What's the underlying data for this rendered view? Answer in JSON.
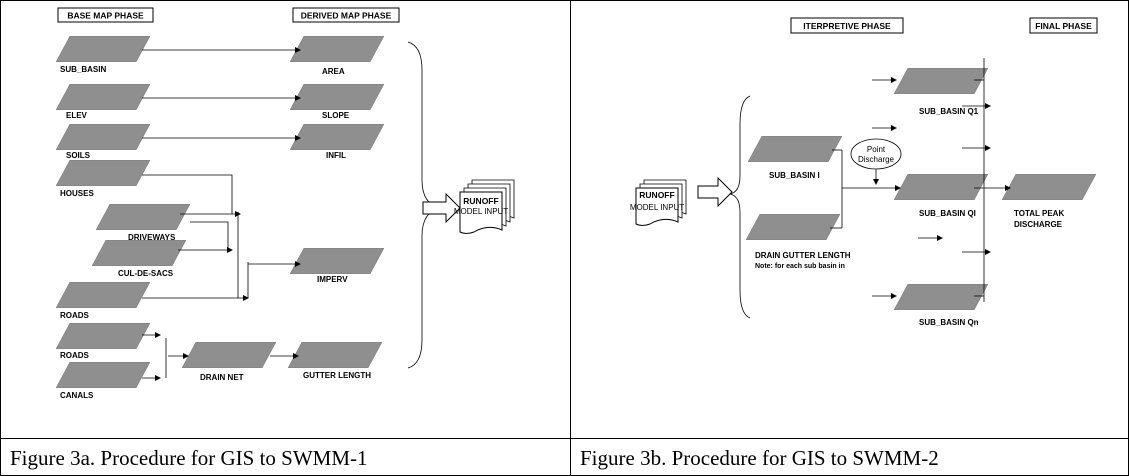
{
  "figure_a": {
    "headers": {
      "base": "BASE MAP PHASE",
      "derived": "DERIVED MAP PHASE"
    },
    "base_layers": {
      "sub_basin": "SUB_BASIN",
      "elev": "ELEV",
      "soils": "SOILS",
      "houses": "HOUSES",
      "driveways": "DRIVEWAYS",
      "cul_de_sacs": "CUL-DE-SACS",
      "roads1": "ROADS",
      "roads2": "ROADS",
      "canals": "CANALS"
    },
    "derived_layers": {
      "area": "AREA",
      "slope": "SLOPE",
      "infil": "INFIL",
      "imperv": "IMPERV",
      "drain_net": "DRAIN NET",
      "gutter_length": "GUTTER LENGTH"
    },
    "output": {
      "title": "RUNOFF",
      "subtitle": "MODEL INPUT"
    },
    "caption": "Figure 3a. Procedure for GIS to SWMM-1"
  },
  "figure_b": {
    "headers": {
      "interpretive": "ITERPRETIVE PHASE",
      "final": "FINAL PHASE"
    },
    "input": {
      "title": "RUNOFF",
      "subtitle": "MODEL INPUT"
    },
    "layers": {
      "sub_basin_i": "SUB_BASIN I",
      "drain_gutter": "DRAIN GUTTER LENGTH",
      "note": "Note: for each sub basin in",
      "q1": "SUB_BASIN Q1",
      "qi": "SUB_BASIN QI",
      "qn": "SUB_BASIN Qn",
      "total_1": "TOTAL PEAK",
      "total_2": "DISCHARGE"
    },
    "point_discharge": {
      "line1": "Point",
      "line2": "Discharge"
    },
    "caption": "Figure 3b. Procedure for GIS to SWMM-2"
  }
}
